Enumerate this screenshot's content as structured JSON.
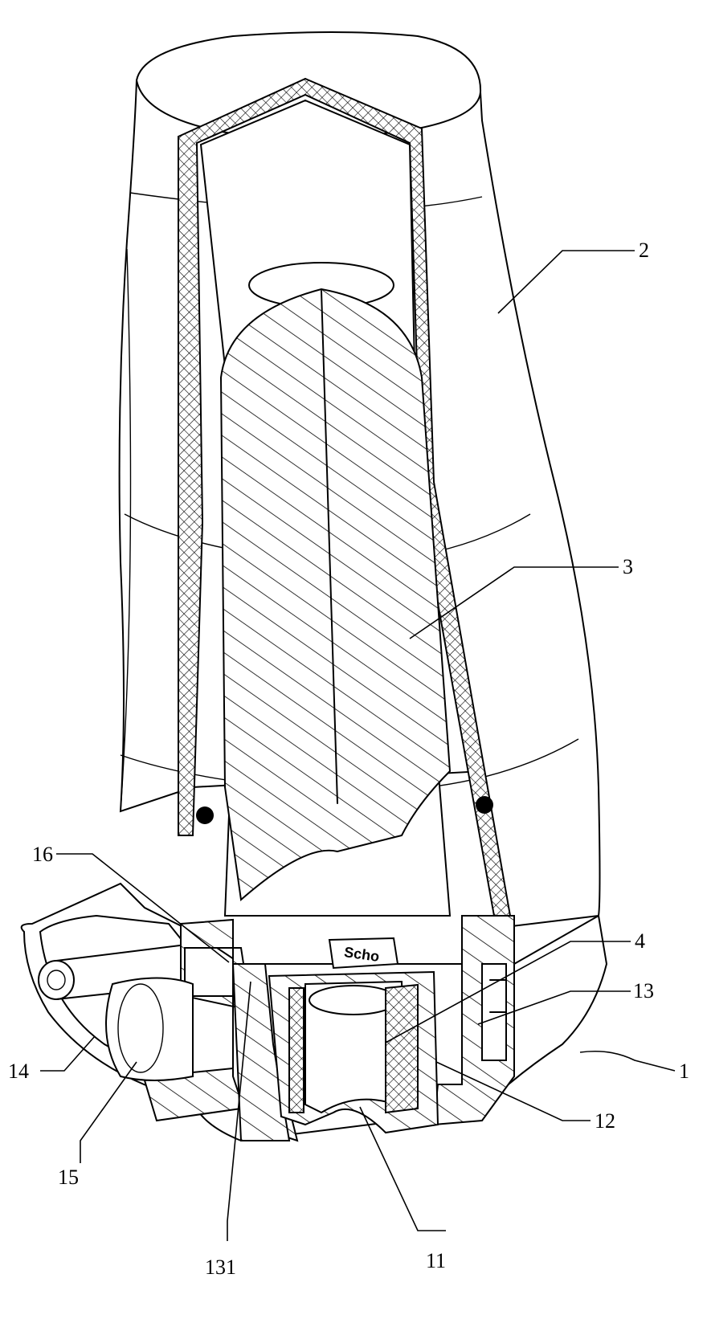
{
  "labels": {
    "l1": "1",
    "l2": "2",
    "l3": "3",
    "l4": "4",
    "l11": "11",
    "l12": "12",
    "l13": "13",
    "l14": "14",
    "l15": "15",
    "l16": "16",
    "l131": "131"
  },
  "engraving": "Scho"
}
